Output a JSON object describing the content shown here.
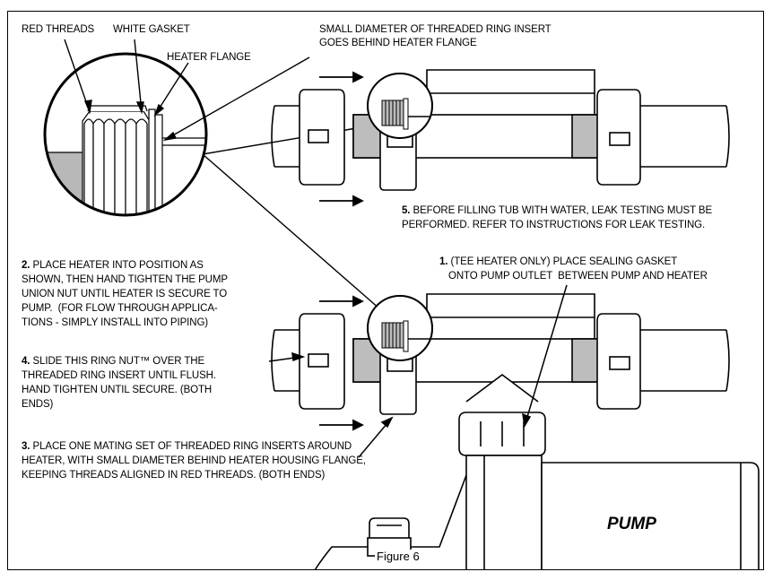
{
  "labels": {
    "red_threads": "RED THREADS",
    "white_gasket": "WHITE GASKET",
    "heater_flange": "HEATER FLANGE",
    "small_diameter_line1": "SMALL DIAMETER OF THREADED RING INSERT",
    "small_diameter_line2": "GOES BEHIND HEATER FLANGE",
    "step5_num": "5.",
    "step5_line1": " BEFORE FILLING TUB WITH WATER, LEAK TESTING MUST BE",
    "step5_line2": "PERFORMED. REFER TO INSTRUCTIONS FOR LEAK TESTING.",
    "step1_num": "1.",
    "step1_line1": " (TEE HEATER ONLY) PLACE SEALING GASKET",
    "step1_line2": "ONTO PUMP OUTLET  BETWEEN PUMP AND HEATER",
    "step2_num": "2.",
    "step2_line1": " PLACE HEATER INTO POSITION AS",
    "step2_line2": "SHOWN, THEN HAND TIGHTEN THE PUMP",
    "step2_line3": "UNION NUT UNTIL HEATER IS SECURE TO",
    "step2_line4": "PUMP.  (FOR FLOW THROUGH APPLICA-",
    "step2_line5": "TIONS - SIMPLY INSTALL INTO PIPING)",
    "step4_num": "4.",
    "step4_line1": " SLIDE THIS RING NUT™ OVER THE",
    "step4_line2": "THREADED RING INSERT UNTIL FLUSH.",
    "step4_line3": "HAND TIGHTEN UNTIL SECURE. (BOTH",
    "step4_line4": "ENDS)",
    "step3_num": "3.",
    "step3_line1": " PLACE ONE MATING SET OF THREADED RING INSERTS AROUND",
    "step3_line2": "HEATER, WITH SMALL DIAMETER BEHIND HEATER HOUSING FLANGE,",
    "step3_line3": "KEEPING THREADS ALIGNED IN RED THREADS. (BOTH ENDS)",
    "pump": "PUMP",
    "figure": "Figure 6"
  }
}
